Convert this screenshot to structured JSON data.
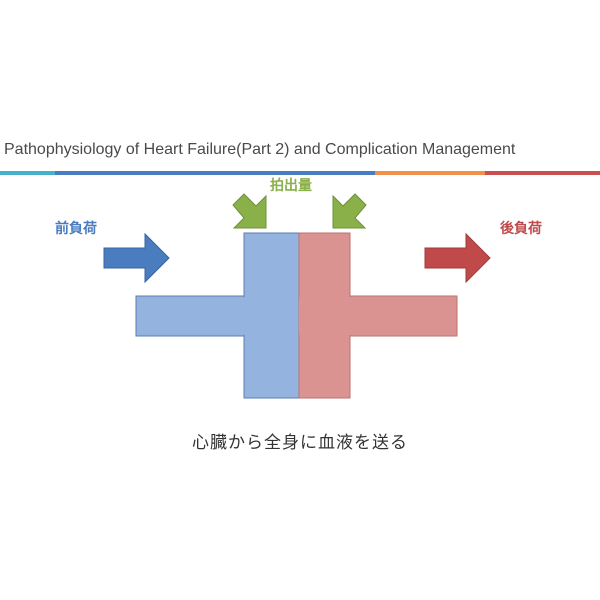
{
  "slide": {
    "title": "Pathophysiology of Heart Failure(Part 2) and Complication Management",
    "caption": "心臓から全身に血液を送る"
  },
  "title_bar": {
    "segments": [
      {
        "color": "#46b1c9"
      },
      {
        "color": "#4b7bc0"
      },
      {
        "color": "#f0904a"
      },
      {
        "color": "#c9504f"
      }
    ]
  },
  "diagram": {
    "preload": {
      "label": "前負荷",
      "color": "#4a7cc0"
    },
    "stroke_volume": {
      "label": "拍出量",
      "color": "#8ab04a"
    },
    "afterload": {
      "label": "後負荷",
      "color": "#c04a4a"
    },
    "left_half_color": "#95b3df",
    "right_half_color": "#db9392"
  }
}
